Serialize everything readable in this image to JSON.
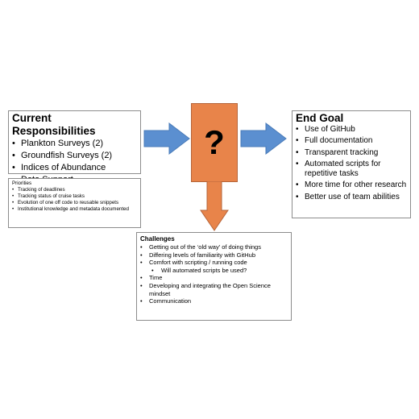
{
  "current": {
    "title": "Current Responsibilities",
    "items": [
      "Plankton Surveys (2)",
      "Groundfish Surveys (2)",
      "Indices of Abundance",
      "Data Support"
    ]
  },
  "priorities": {
    "title": "Priorities",
    "items": [
      "Tracking of deadlines",
      "Tracking status of cruise tasks",
      "Evolution of one off code to reusable snippets",
      "Institutional knowledge and metadata documented"
    ]
  },
  "center": {
    "symbol": "?"
  },
  "end_goal": {
    "title": "End Goal",
    "items": [
      "Use of GitHub",
      "Full documentation",
      "Transparent tracking",
      "Automated scripts for repetitive tasks",
      "More time for other research",
      "Better use of team abilities"
    ]
  },
  "challenges": {
    "title": "Challenges",
    "items": [
      "Getting out of the ‘old way’ of doing things",
      "Differing levels of familiarity with GitHub",
      "Comfort with scripting / running code",
      "Will automated scripts be used?",
      "Time",
      "Developing and integrating the Open Science mindset",
      "Communication"
    ]
  },
  "colors": {
    "blue_arrow": "#5b8fd0",
    "orange": "#e8844a"
  }
}
